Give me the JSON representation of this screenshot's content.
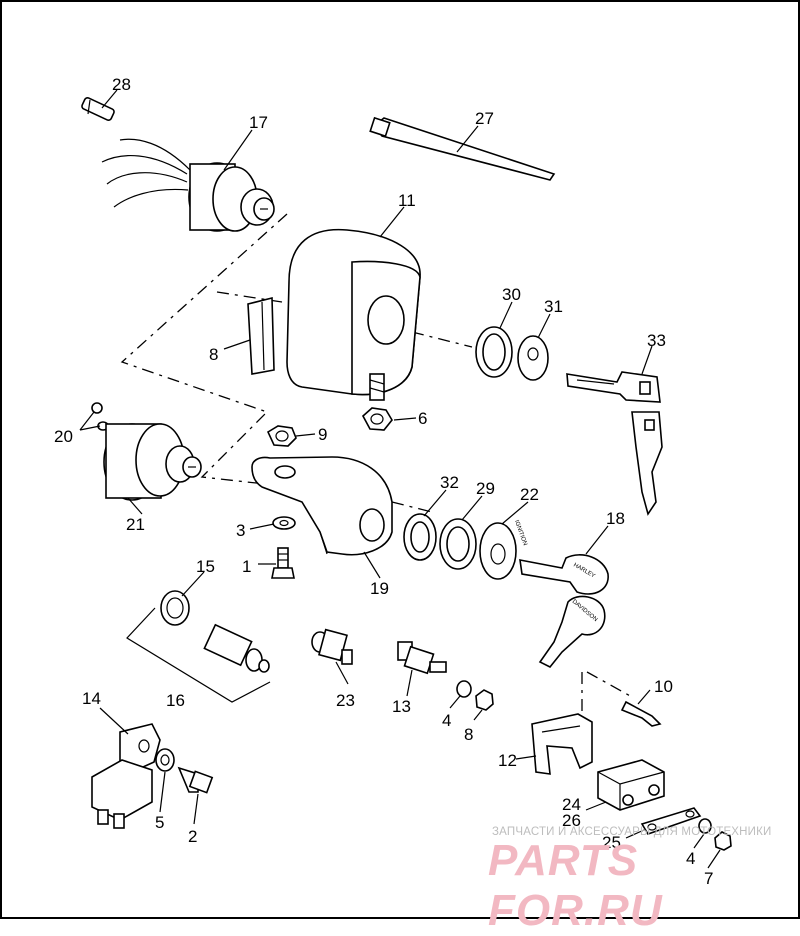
{
  "callouts": [
    {
      "id": "c28",
      "label": "28"
    },
    {
      "id": "c17",
      "label": "17"
    },
    {
      "id": "c27",
      "label": "27"
    },
    {
      "id": "c11",
      "label": "11"
    },
    {
      "id": "c30",
      "label": "30"
    },
    {
      "id": "c31",
      "label": "31"
    },
    {
      "id": "c33",
      "label": "33"
    },
    {
      "id": "c8a",
      "label": "8"
    },
    {
      "id": "c6",
      "label": "6"
    },
    {
      "id": "c20",
      "label": "20"
    },
    {
      "id": "c9",
      "label": "9"
    },
    {
      "id": "c32",
      "label": "32"
    },
    {
      "id": "c29",
      "label": "29"
    },
    {
      "id": "c22",
      "label": "22"
    },
    {
      "id": "c21",
      "label": "21"
    },
    {
      "id": "c18",
      "label": "18"
    },
    {
      "id": "c3",
      "label": "3"
    },
    {
      "id": "c1",
      "label": "1"
    },
    {
      "id": "c19",
      "label": "19"
    },
    {
      "id": "c15",
      "label": "15"
    },
    {
      "id": "c16",
      "label": "16"
    },
    {
      "id": "c23",
      "label": "23"
    },
    {
      "id": "c13",
      "label": "13"
    },
    {
      "id": "c4a",
      "label": "4"
    },
    {
      "id": "c8b",
      "label": "8"
    },
    {
      "id": "c10",
      "label": "10"
    },
    {
      "id": "c14",
      "label": "14"
    },
    {
      "id": "c12",
      "label": "12"
    },
    {
      "id": "c5",
      "label": "5"
    },
    {
      "id": "c2",
      "label": "2"
    },
    {
      "id": "c24",
      "label": "24"
    },
    {
      "id": "c26",
      "label": "26"
    },
    {
      "id": "c25",
      "label": "25"
    },
    {
      "id": "c4b",
      "label": "4"
    },
    {
      "id": "c7",
      "label": "7"
    }
  ],
  "key_text": {
    "tag": "IGNITION",
    "brand_a": "HARLEY",
    "brand_b": "DAVIDSON"
  },
  "watermark": {
    "caption": "ЗАПЧАСТИ И АКСЕССУАРЫ ДЛЯ МОТОТЕХНИКИ",
    "logo": "PARTS FOR.RU",
    "color": "#f2b8c2"
  }
}
